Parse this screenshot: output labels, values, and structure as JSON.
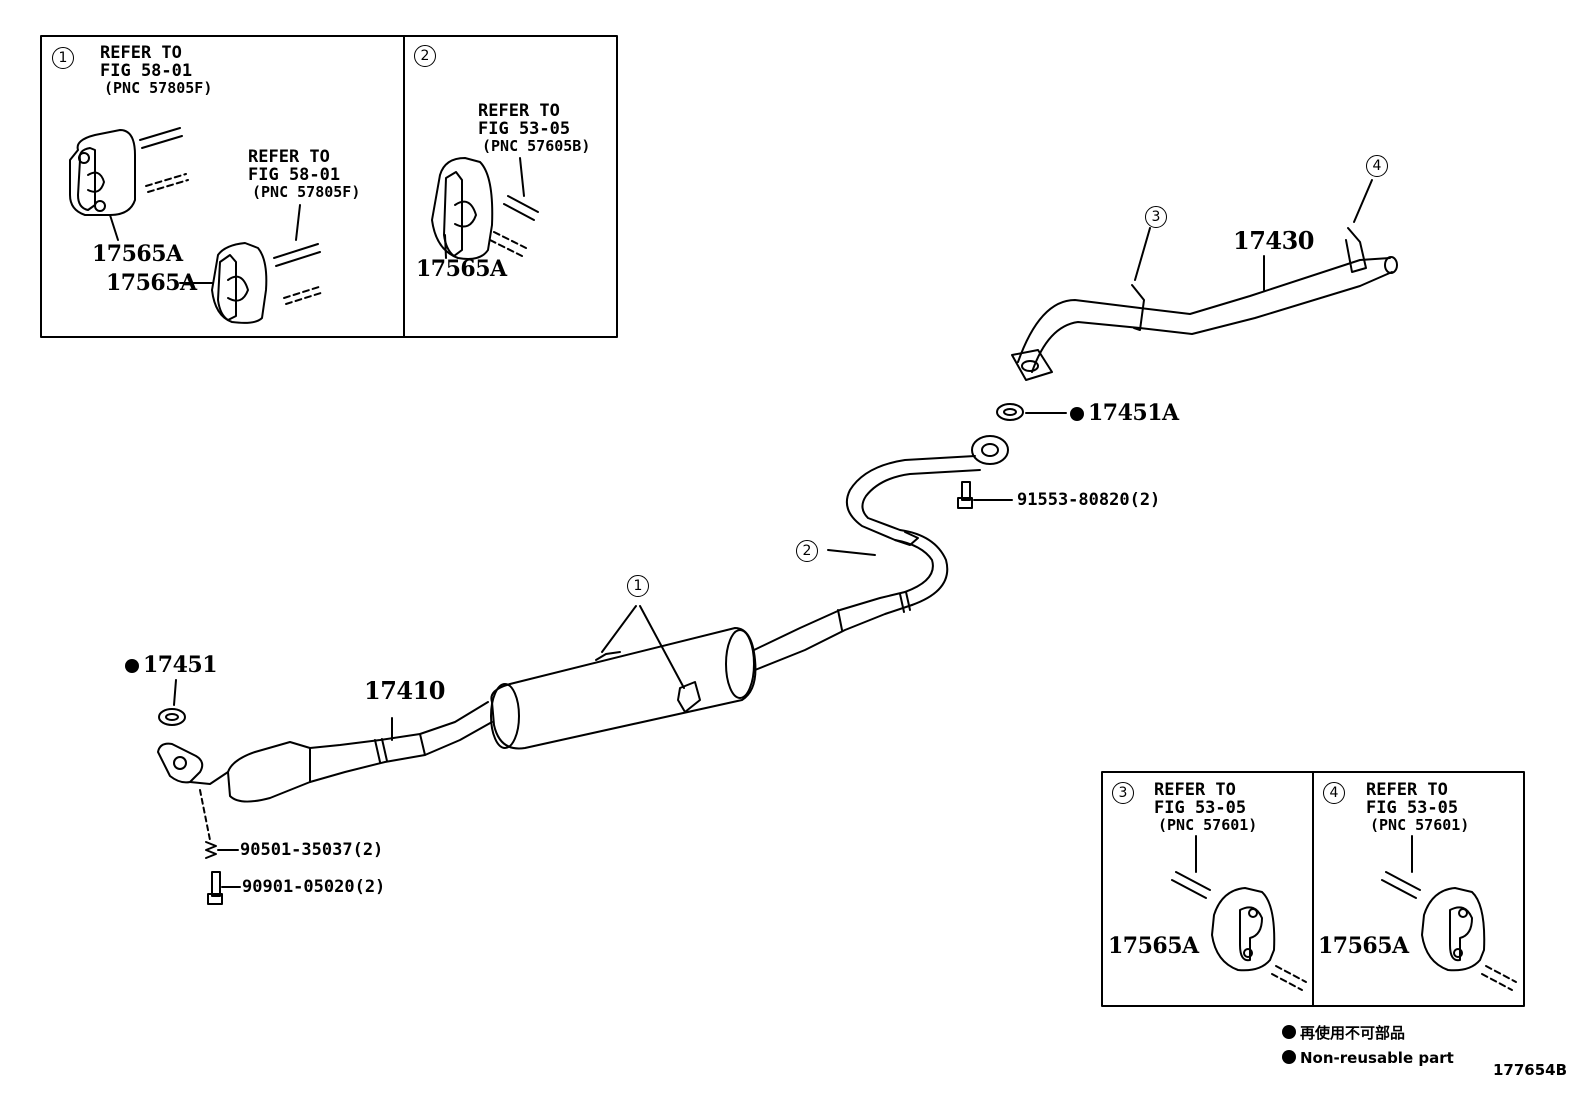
{
  "inset1": {
    "callout": "1",
    "refer_a": "REFER TO",
    "fig_a": "FIG 58-01",
    "pnc_a": "(PNC 57805F)",
    "refer_b": "REFER TO",
    "fig_b": "FIG 58-01",
    "pnc_b": "(PNC 57805F)",
    "part_a": "17565A",
    "part_b": "17565A"
  },
  "inset2": {
    "callout": "2",
    "refer": "REFER TO",
    "fig": "FIG 53-05",
    "pnc": "(PNC 57605B)",
    "part": "17565A"
  },
  "inset3": {
    "callout": "3",
    "refer": "REFER TO",
    "fig": "FIG 53-05",
    "pnc": "(PNC 57601)",
    "part": "17565A"
  },
  "inset4": {
    "callout": "4",
    "refer": "REFER TO",
    "fig": "FIG 53-05",
    "pnc": "(PNC 57601)",
    "part": "17565A"
  },
  "main": {
    "callout_1": "1",
    "callout_2": "2",
    "callout_3": "3",
    "callout_4": "4",
    "part_17430": "17430",
    "part_17451A": "17451A",
    "part_91553": "91553-80820(2)",
    "part_17451": "17451",
    "part_17410": "17410",
    "part_90501": "90501-35037(2)",
    "part_90901": "90901-05020(2)"
  },
  "legend": {
    "jp": "再使用不可部品",
    "en": "Non-reusable part"
  },
  "figure_code": "177654B"
}
